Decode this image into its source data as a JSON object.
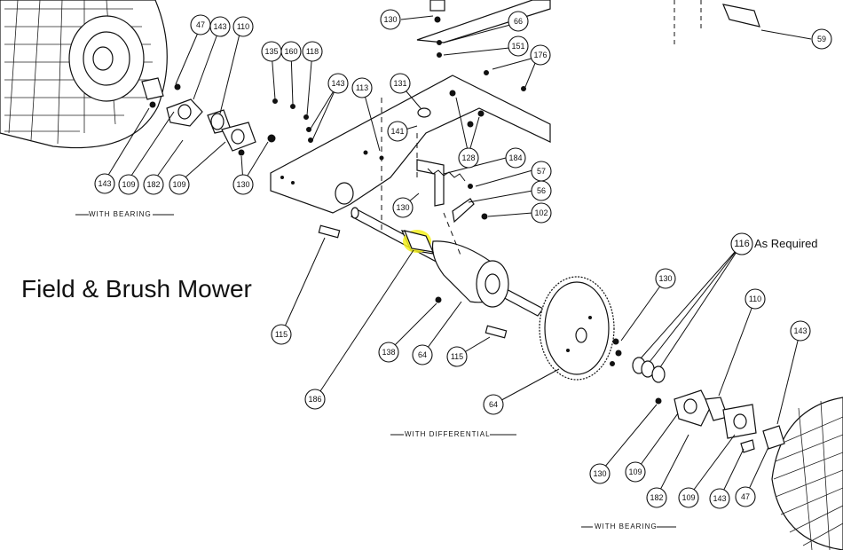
{
  "title": "Field & Brush Mower",
  "side_note": "As Required",
  "notes": {
    "with_bearing_left": "WITH BEARING",
    "with_differential": "WITH DIFFERENTIAL",
    "with_bearing_right": "WITH BEARING"
  },
  "highlight_color": "#f5f01e",
  "callouts": [
    {
      "id": "c130a",
      "label": "130"
    },
    {
      "id": "c66",
      "label": "66"
    },
    {
      "id": "c151",
      "label": "151"
    },
    {
      "id": "c176",
      "label": "176"
    },
    {
      "id": "c59",
      "label": "59"
    },
    {
      "id": "c47a",
      "label": "47"
    },
    {
      "id": "c143a",
      "label": "143"
    },
    {
      "id": "c110a",
      "label": "110"
    },
    {
      "id": "c135",
      "label": "135"
    },
    {
      "id": "c160",
      "label": "160"
    },
    {
      "id": "c118",
      "label": "118"
    },
    {
      "id": "c143b",
      "label": "143"
    },
    {
      "id": "c113",
      "label": "113"
    },
    {
      "id": "c131",
      "label": "131"
    },
    {
      "id": "c141",
      "label": "141"
    },
    {
      "id": "c128",
      "label": "128"
    },
    {
      "id": "c184",
      "label": "184"
    },
    {
      "id": "c57",
      "label": "57"
    },
    {
      "id": "c56",
      "label": "56"
    },
    {
      "id": "c102",
      "label": "102"
    },
    {
      "id": "c130b",
      "label": "130"
    },
    {
      "id": "c143c",
      "label": "143"
    },
    {
      "id": "c109a",
      "label": "109"
    },
    {
      "id": "c182a",
      "label": "182"
    },
    {
      "id": "c109b",
      "label": "109"
    },
    {
      "id": "c130c",
      "label": "130"
    },
    {
      "id": "c116",
      "label": "116"
    },
    {
      "id": "c130d",
      "label": "130"
    },
    {
      "id": "c110b",
      "label": "110"
    },
    {
      "id": "c143d",
      "label": "143"
    },
    {
      "id": "c115a",
      "label": "115"
    },
    {
      "id": "c138",
      "label": "138"
    },
    {
      "id": "c64a",
      "label": "64"
    },
    {
      "id": "c115b",
      "label": "115"
    },
    {
      "id": "c186",
      "label": "186"
    },
    {
      "id": "c64b",
      "label": "64"
    },
    {
      "id": "c130e",
      "label": "130"
    },
    {
      "id": "c109c",
      "label": "109"
    },
    {
      "id": "c182b",
      "label": "182"
    },
    {
      "id": "c109d",
      "label": "109"
    },
    {
      "id": "c143e",
      "label": "143"
    },
    {
      "id": "c47b",
      "label": "47"
    }
  ]
}
